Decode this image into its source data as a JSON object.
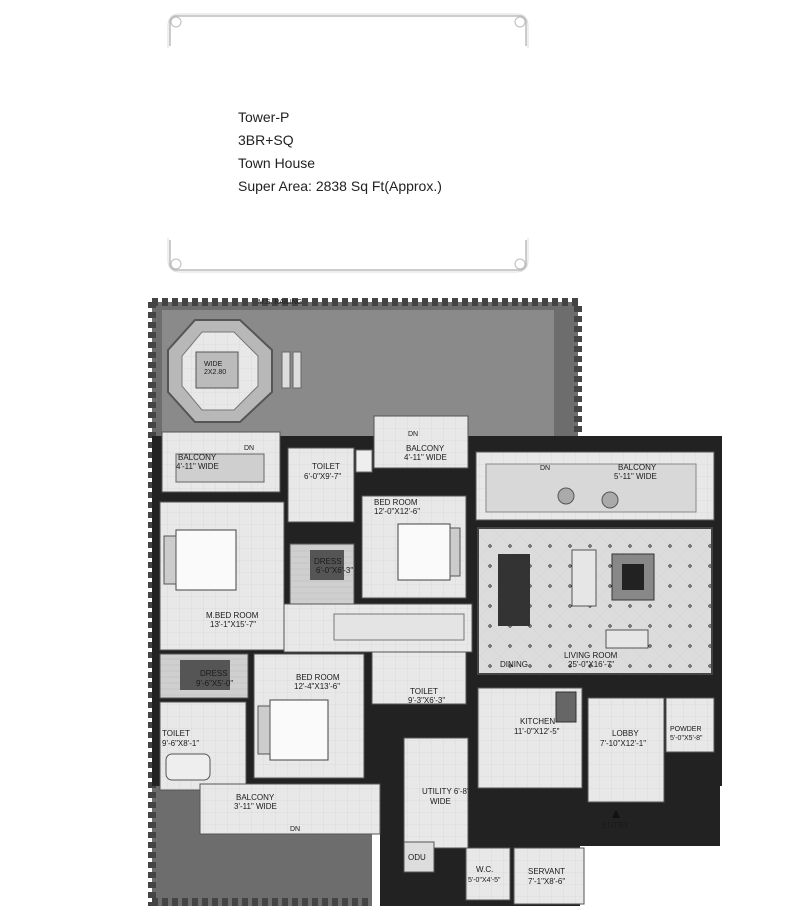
{
  "info": {
    "tower": "Tower-P",
    "config": "3BR+SQ",
    "type": "Town House",
    "area": "Super Area: 2838 Sq Ft(Approx.)"
  },
  "plan": {
    "railing": "M.S. RAILING",
    "gazebo": {
      "name": "WIDE",
      "dims": "2X2.80"
    },
    "balcony_top_left": {
      "name": "BALCONY",
      "dims": "4'-11\" WIDE",
      "dn": "DN"
    },
    "balcony_top_mid": {
      "name": "BALCONY",
      "dims": "4'-11\" WIDE",
      "dn": "DN"
    },
    "balcony_right": {
      "name": "BALCONY",
      "dims": "5'-11\" WIDE",
      "dn": "DN"
    },
    "balcony_bottom": {
      "name": "BALCONY",
      "dims": "3'-11\" WIDE",
      "dn": "DN"
    },
    "toilet_top": {
      "name": "TOILET",
      "dims": "6'-0\"X9'-7\""
    },
    "bedroom_top": {
      "name": "BED ROOM",
      "dims": "12'-0\"X12'-6\""
    },
    "dress_top": {
      "name": "DRESS",
      "dims": "6'-0\"X6'-3\""
    },
    "mbed": {
      "name": "M.BED ROOM",
      "dims": "13'-1\"X15'-7\""
    },
    "dress_left": {
      "name": "DRESS",
      "dims": "9'-6\"X5'-0\""
    },
    "toilet_left": {
      "name": "TOILET",
      "dims": "9'-6\"X8'-1\""
    },
    "bedroom_bottom": {
      "name": "BED ROOM",
      "dims": "12'-4\"X13'-6\""
    },
    "toilet_mid": {
      "name": "TOILET",
      "dims": "9'-3\"X6'-3\""
    },
    "dining": {
      "name": "DINING"
    },
    "living": {
      "name": "LIVING ROOM",
      "dims": "25'-0\"X16'-7\""
    },
    "kitchen": {
      "name": "KITCHEN",
      "dims": "11'-0\"X12'-5\""
    },
    "lobby": {
      "name": "LOBBY",
      "dims": "7'-10\"X12'-1\""
    },
    "powder": {
      "name": "POWDER",
      "dims": "5'-0\"X5'-8\""
    },
    "utility": {
      "name": "UTILITY 6'-8\"",
      "dims": "WIDE"
    },
    "odu": "ODU",
    "wc": {
      "name": "W.C.",
      "dims": "5'-0\"X4'-5\""
    },
    "servant": {
      "name": "SERVANT",
      "dims": "7'-1\"X8'-6\""
    },
    "entry": "ENTRY"
  }
}
